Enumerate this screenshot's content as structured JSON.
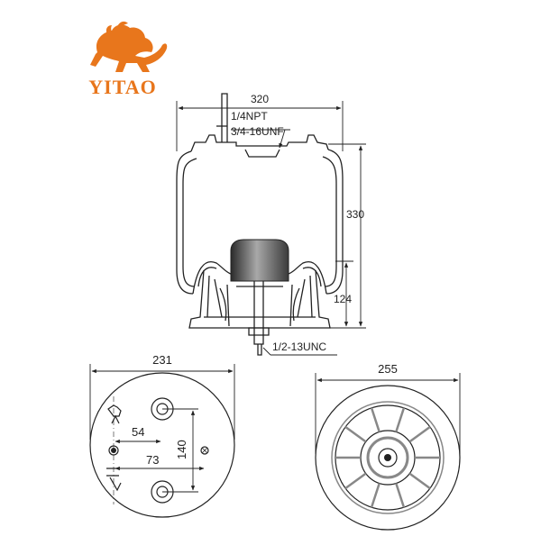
{
  "brand": {
    "name": "YITAO",
    "color": "#e8761c",
    "logo_icon": "lion-icon"
  },
  "side_view": {
    "width_label": "320",
    "port_label": "1/4NPT",
    "stud_label": "3/4-16UNF",
    "height_label": "330",
    "piston_height_label": "124",
    "bolt_label": "1/2-13UNC"
  },
  "top_plate": {
    "diameter_label": "231",
    "offset_small_label": "54",
    "offset_large_label": "73",
    "stud_spacing_label": "140"
  },
  "bottom_view": {
    "diameter_label": "255"
  }
}
